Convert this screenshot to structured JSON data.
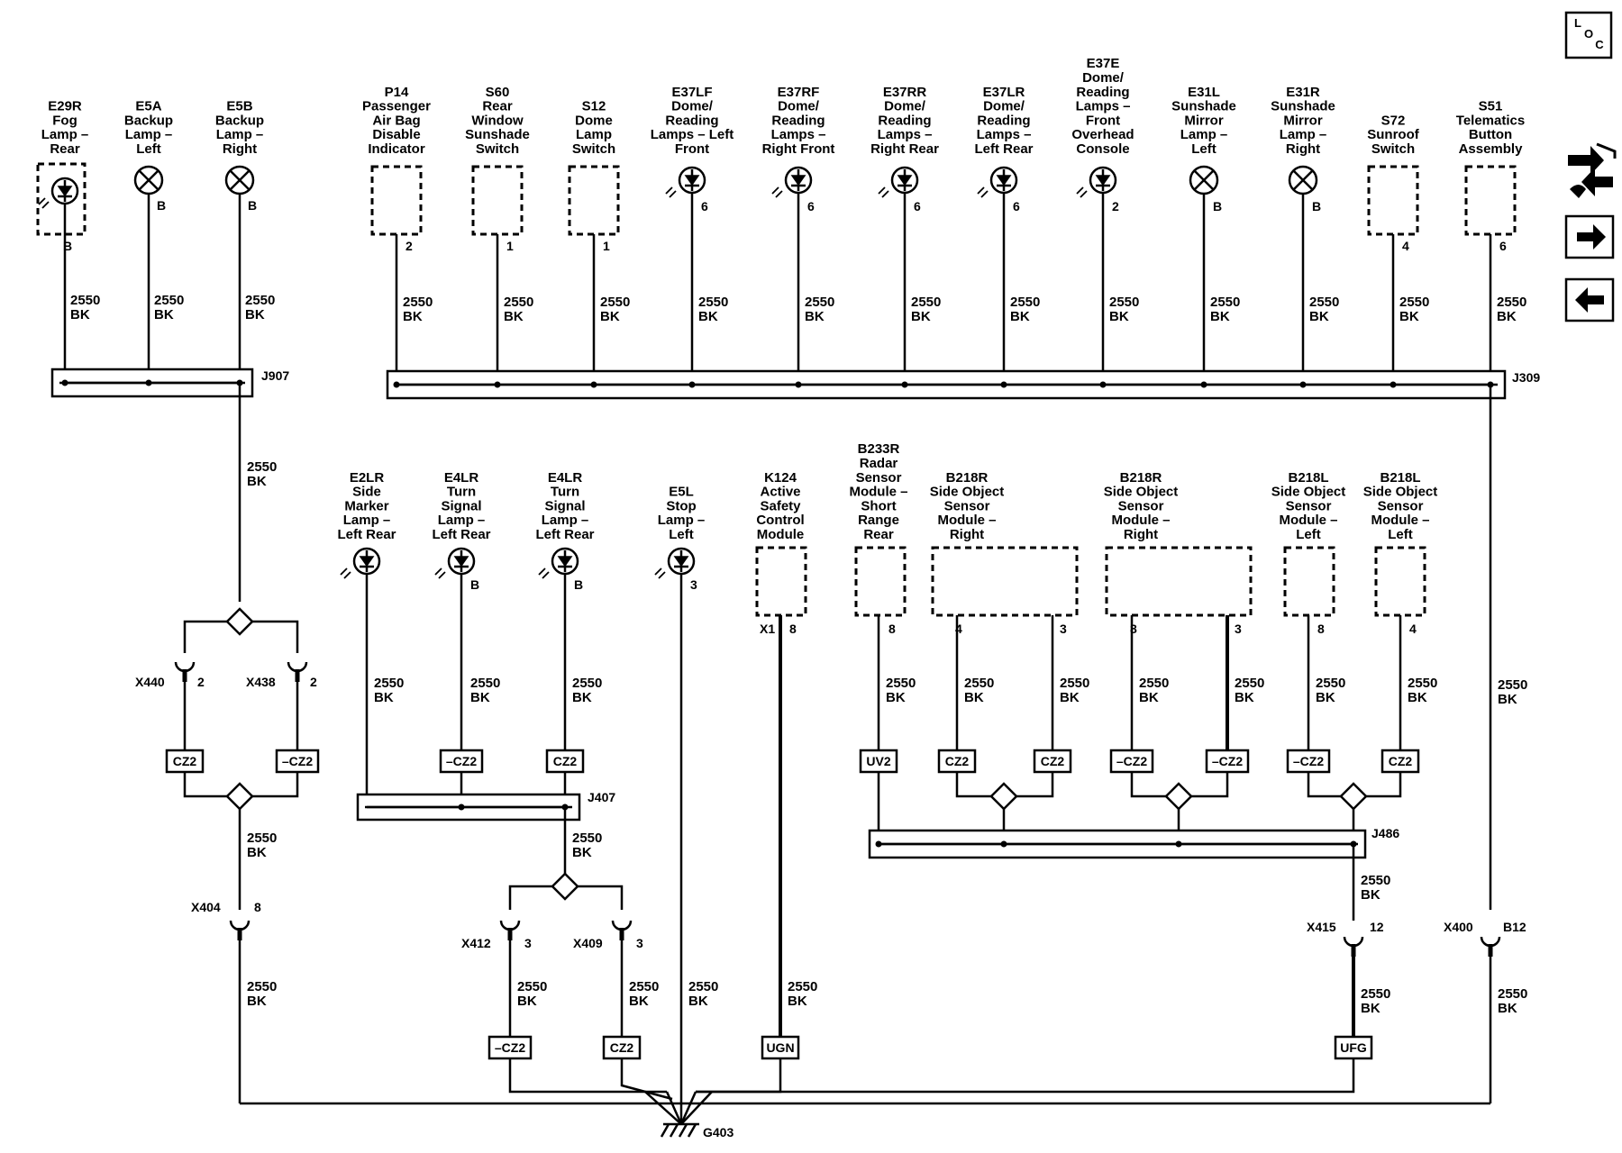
{
  "nav": {
    "loc_label_l": "L",
    "loc_label_o": "O",
    "loc_label_c": "C",
    "buttons": [
      "loc-button",
      "connector-view-button",
      "next-page-button",
      "prev-page-button"
    ]
  },
  "wire": {
    "number": "2550",
    "color": "BK"
  },
  "components": {
    "e29r": [
      "E29R",
      "Fog",
      "Lamp –",
      "Rear"
    ],
    "e5a": [
      "E5A",
      "Backup",
      "Lamp –",
      "Left"
    ],
    "e5b": [
      "E5B",
      "Backup",
      "Lamp –",
      "Right"
    ],
    "p14": [
      "P14",
      "Passenger",
      "Air Bag",
      "Disable",
      "Indicator"
    ],
    "s60": [
      "S60",
      "Rear",
      "Window",
      "Sunshade",
      "Switch"
    ],
    "s12": [
      "S12",
      "Dome",
      "Lamp",
      "Switch"
    ],
    "e37lf": [
      "E37LF",
      "Dome/",
      "Reading",
      "Lamps – Left",
      "Front"
    ],
    "e37rf": [
      "E37RF",
      "Dome/",
      "Reading",
      "Lamps –",
      "Right Front"
    ],
    "e37rr": [
      "E37RR",
      "Dome/",
      "Reading",
      "Lamps –",
      "Right Rear"
    ],
    "e37lr": [
      "E37LR",
      "Dome/",
      "Reading",
      "Lamps –",
      "Left Rear"
    ],
    "e37e": [
      "E37E",
      "Dome/",
      "Reading",
      "Lamps –",
      "Front",
      "Overhead",
      "Console"
    ],
    "e31l": [
      "E31L",
      "Sunshade",
      "Mirror",
      "Lamp –",
      "Left"
    ],
    "e31r": [
      "E31R",
      "Sunshade",
      "Mirror",
      "Lamp –",
      "Right"
    ],
    "s72": [
      "S72",
      "Sunroof",
      "Switch"
    ],
    "s51": [
      "S51",
      "Telematics",
      "Button",
      "Assembly"
    ],
    "e2lr": [
      "E2LR",
      "Side",
      "Marker",
      "Lamp –",
      "Left Rear"
    ],
    "e4lr_a": [
      "E4LR",
      "Turn",
      "Signal",
      "Lamp –",
      "Left Rear"
    ],
    "e4lr_b": [
      "E4LR",
      "Turn",
      "Signal",
      "Lamp –",
      "Left Rear"
    ],
    "e5l": [
      "E5L",
      "Stop",
      "Lamp –",
      "Left"
    ],
    "k124": [
      "K124",
      "Active",
      "Safety",
      "Control",
      "Module"
    ],
    "b233r": [
      "B233R",
      "Radar",
      "Sensor",
      "Module –",
      "Short",
      "Range",
      "Rear"
    ],
    "b218r_a": [
      "B218R",
      "Side Object",
      "Sensor",
      "Module –",
      "Right"
    ],
    "b218r_b": [
      "B218R",
      "Side Object",
      "Sensor",
      "Module –",
      "Right"
    ],
    "b218l_a": [
      "B218L",
      "Side Object",
      "Sensor",
      "Module –",
      "Left"
    ],
    "b218l_b": [
      "B218L",
      "Side Object",
      "Sensor",
      "Module –",
      "Left"
    ]
  },
  "pins": {
    "e29r": "B",
    "e5a": "B",
    "e5b": "B",
    "p14": "2",
    "s60": "1",
    "s12": "1",
    "e37lf": "6",
    "e37rf": "6",
    "e37rr": "6",
    "e37lr": "6",
    "e37e": "2",
    "e31l": "B",
    "e31r": "B",
    "s72": "4",
    "s51": "6",
    "e4lr_a": "B",
    "e4lr_b": "B",
    "e5l": "3",
    "k124_x": "X1",
    "k124": "8",
    "b233r": "8",
    "b218r_a1": "4",
    "b218r_a2": "3",
    "b218r_b1": "8",
    "b218r_b2": "3",
    "b218l_a": "8",
    "b218l_b": "4"
  },
  "splices": {
    "j907": "J907",
    "j309": "J309",
    "j407": "J407",
    "j486": "J486"
  },
  "connectors": {
    "x440": "X440",
    "x440_pin": "2",
    "x438": "X438",
    "x438_pin": "2",
    "x404": "X404",
    "x404_pin": "8",
    "x412": "X412",
    "x412_pin": "3",
    "x409": "X409",
    "x409_pin": "3",
    "x415": "X415",
    "x415_pin": "12",
    "x400": "X400",
    "x400_pin": "B12"
  },
  "options": {
    "cz2_a": "CZ2",
    "ncz2_a": "–CZ2",
    "ncz2_b": "–CZ2",
    "cz2_b": "CZ2",
    "uv2": "UV2",
    "cz2_c": "CZ2",
    "cz2_d": "CZ2",
    "ncz2_c": "–CZ2",
    "ncz2_d": "–CZ2",
    "ncz2_e": "–CZ2",
    "cz2_e": "CZ2",
    "ncz2_f": "–CZ2",
    "cz2_f": "CZ2",
    "ugn": "UGN",
    "ufg": "UFG"
  },
  "ground": "G403"
}
